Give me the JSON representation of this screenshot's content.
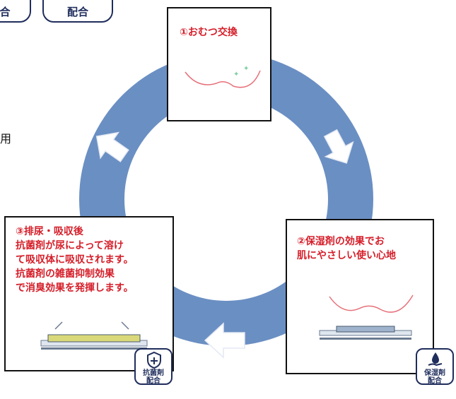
{
  "top_labels": {
    "left": "合",
    "right": "配合"
  },
  "side_fragment": "用",
  "colors": {
    "ring": "#6a8fc3",
    "accent_text": "#d51f2a",
    "badge_blue": "#1f2d5c"
  },
  "steps": [
    {
      "text": "①おむつ交換"
    },
    {
      "text": "②保湿剤の効果でお\n肌にやさしい使い心地"
    },
    {
      "text": "③排尿・吸収後\n抗菌剤が尿によって溶け\nて吸収体に吸収されます。\n抗菌剤の雑菌抑制効果\nで消臭効果を発揮します。"
    }
  ],
  "badges": {
    "antibacterial": {
      "line1": "抗菌剤",
      "line2": "配合",
      "icon": "shield-plus-icon"
    },
    "moisturizer": {
      "line1": "保湿剤",
      "line2": "配合",
      "icon": "water-drop-hand-icon"
    }
  }
}
